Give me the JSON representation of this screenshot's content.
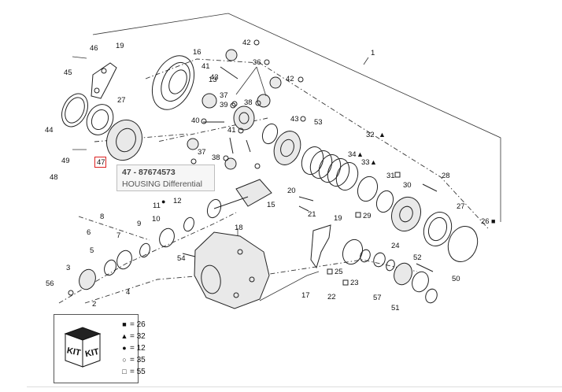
{
  "diagram": {
    "callouts": [
      {
        "id": "c1",
        "text": "1"
      },
      {
        "id": "c2",
        "text": "2"
      },
      {
        "id": "c3",
        "text": "3"
      },
      {
        "id": "c4",
        "text": "4"
      },
      {
        "id": "c5",
        "text": "5"
      },
      {
        "id": "c6",
        "text": "6"
      },
      {
        "id": "c7",
        "text": "7"
      },
      {
        "id": "c8",
        "text": "8"
      },
      {
        "id": "c9",
        "text": "9"
      },
      {
        "id": "c10",
        "text": "10"
      },
      {
        "id": "c11",
        "text": "11"
      },
      {
        "id": "c12",
        "text": "12"
      },
      {
        "id": "c13",
        "text": "13"
      },
      {
        "id": "c15",
        "text": "15"
      },
      {
        "id": "c16",
        "text": "16"
      },
      {
        "id": "c17",
        "text": "17"
      },
      {
        "id": "c18",
        "text": "18"
      },
      {
        "id": "c19a",
        "text": "19"
      },
      {
        "id": "c19b",
        "text": "19"
      },
      {
        "id": "c20",
        "text": "20"
      },
      {
        "id": "c21",
        "text": "21"
      },
      {
        "id": "c22",
        "text": "22"
      },
      {
        "id": "c23",
        "text": "23"
      },
      {
        "id": "c24",
        "text": "24"
      },
      {
        "id": "c25",
        "text": "25"
      },
      {
        "id": "c26",
        "text": "26"
      },
      {
        "id": "c27a",
        "text": "27"
      },
      {
        "id": "c27b",
        "text": "27"
      },
      {
        "id": "c28",
        "text": "28"
      },
      {
        "id": "c29",
        "text": "29"
      },
      {
        "id": "c30",
        "text": "30"
      },
      {
        "id": "c31",
        "text": "31"
      },
      {
        "id": "c32",
        "text": "32"
      },
      {
        "id": "c33",
        "text": "33"
      },
      {
        "id": "c34",
        "text": "34"
      },
      {
        "id": "c36",
        "text": "36"
      },
      {
        "id": "c37a",
        "text": "37"
      },
      {
        "id": "c37b",
        "text": "37"
      },
      {
        "id": "c38a",
        "text": "38"
      },
      {
        "id": "c38b",
        "text": "38"
      },
      {
        "id": "c39",
        "text": "39"
      },
      {
        "id": "c40",
        "text": "40"
      },
      {
        "id": "c41a",
        "text": "41"
      },
      {
        "id": "c41b",
        "text": "41"
      },
      {
        "id": "c42a",
        "text": "42"
      },
      {
        "id": "c42b",
        "text": "42"
      },
      {
        "id": "c43a",
        "text": "43"
      },
      {
        "id": "c43b",
        "text": "43"
      },
      {
        "id": "c44",
        "text": "44"
      },
      {
        "id": "c45",
        "text": "45"
      },
      {
        "id": "c46",
        "text": "46"
      },
      {
        "id": "c47",
        "text": "47"
      },
      {
        "id": "c48",
        "text": "48"
      },
      {
        "id": "c49",
        "text": "49"
      },
      {
        "id": "c50",
        "text": "50"
      },
      {
        "id": "c51",
        "text": "51"
      },
      {
        "id": "c52",
        "text": "52"
      },
      {
        "id": "c53",
        "text": "53"
      },
      {
        "id": "c54",
        "text": "54"
      },
      {
        "id": "c56",
        "text": "56"
      },
      {
        "id": "c57",
        "text": "57"
      }
    ]
  },
  "tooltip": {
    "part_line": "47 - 87674573",
    "description": "HOUSING Differential"
  },
  "legend": {
    "kit_label": "KIT",
    "kit_label_2": "KIT",
    "entries": [
      {
        "symbol": "■",
        "value": "= 26"
      },
      {
        "symbol": "▲",
        "value": "= 32"
      },
      {
        "symbol": "●",
        "value": "= 12"
      },
      {
        "symbol": "○",
        "value": "= 35"
      },
      {
        "symbol": "□",
        "value": "= 55"
      }
    ]
  }
}
